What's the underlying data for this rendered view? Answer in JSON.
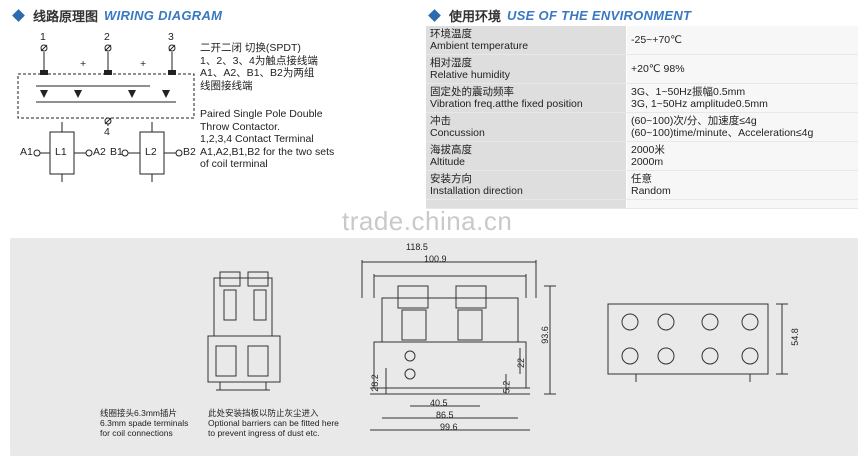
{
  "wiring_section": {
    "title_cn": "线路原理图",
    "title_en": "WIRING DIAGRAM",
    "terminal_labels": [
      "1",
      "2",
      "3",
      "4"
    ],
    "plus_signs": [
      "+",
      "+"
    ],
    "coil_labels": [
      "L1",
      "L2"
    ],
    "coil_terminals": [
      "A1",
      "A2",
      "B1",
      "B2"
    ],
    "desc_cn": [
      "二开二闭  切换(SPDT)",
      "1、2、3、4为触点接线端",
      "A1、A2、B1、B2为两组",
      "线圈接线端"
    ],
    "desc_en": [
      "Paired Single Pole Double",
      "Throw Contactor.",
      "1,2,3,4 Contact Terminal",
      "A1,A2,B1,B2 for the two sets",
      "of coil terminal"
    ]
  },
  "environment_section": {
    "title_cn": "使用环境",
    "title_en": "USE OF THE ENVIRONMENT",
    "rows": [
      {
        "label_cn": "环境温度",
        "label_en": "Ambient temperature",
        "value1": "-25~+70℃",
        "value2": ""
      },
      {
        "label_cn": "相对湿度",
        "label_en": "Relative humidity",
        "value1": "+20℃  98%",
        "value2": ""
      },
      {
        "label_cn": "固定处的震动频率",
        "label_en": "Vibration freq.atthe fixed position",
        "value1": "3G、1~50Hz振幅0.5mm",
        "value2": "3G, 1~50Hz amplitude0.5mm"
      },
      {
        "label_cn": "冲击",
        "label_en": "Concussion",
        "value1": "(60~100)次/分、加速度≤4g",
        "value2": "(60~100)time/minute、Acceleration≤4g"
      },
      {
        "label_cn": "海拔高度",
        "label_en": "Altitude",
        "value1": "2000米",
        "value2": "2000m"
      },
      {
        "label_cn": "安装方向",
        "label_en": "Installation direction",
        "value1": "任意",
        "value2": "Random"
      }
    ]
  },
  "watermark": "trade.china.cn",
  "dimensions": {
    "dims": [
      "118.5",
      "100.9",
      "93.6",
      "22",
      "28.2",
      "5.2",
      "40.5",
      "86.5",
      "99.6",
      "54.8"
    ],
    "note_left_cn": "线圈接头6.3mm插片",
    "note_left_en": [
      "6.3mm spade terminals",
      "for coil connections"
    ],
    "note_right_cn": "此处安装挡板以防止灰尘进入",
    "note_right_en": [
      "Optional barriers can be fitted here",
      "to prevent ingress of dust etc."
    ]
  }
}
